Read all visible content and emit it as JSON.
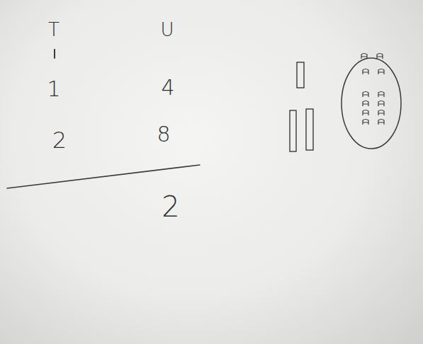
{
  "diagram": {
    "labels": [
      "T",
      "U",
      "1",
      "4",
      "2",
      "8",
      "2"
    ]
  }
}
